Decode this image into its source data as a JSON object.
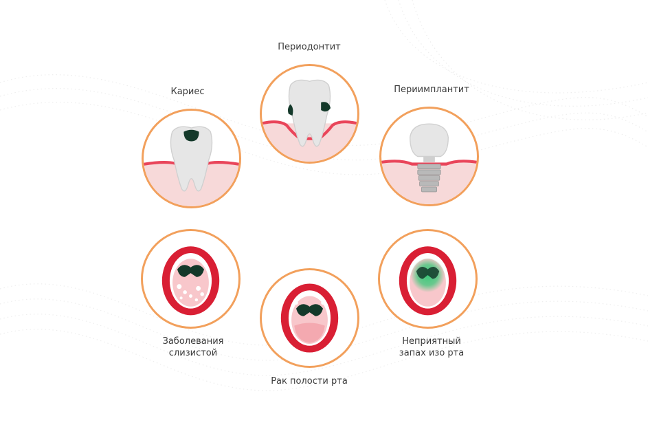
{
  "colors": {
    "ring": "#f2a05c",
    "gum": "#f7d9d9",
    "gum_line": "#e9455a",
    "tooth": "#e6e6e6",
    "decay": "#14392a",
    "lips": "#d91f34",
    "mouth_inside": "#f8c7cb",
    "throat_glow": "#3cc97a",
    "implant_screw": "#b9b9b9"
  },
  "conditions": [
    {
      "id": "caries",
      "label": "Кариес",
      "icon": "tooth-caries-icon"
    },
    {
      "id": "periodontitis",
      "label": "Периодонтит",
      "icon": "tooth-periodontitis-icon"
    },
    {
      "id": "periimplantitis",
      "label": "Периимплантит",
      "icon": "implant-icon"
    },
    {
      "id": "mucosa",
      "label": "Заболевания\nслизистой",
      "icon": "mouth-mucosa-icon"
    },
    {
      "id": "oral_cancer",
      "label": "Рак полости рта",
      "icon": "mouth-cancer-icon"
    },
    {
      "id": "bad_breath",
      "label": "Неприятный\nзапах изо рта",
      "icon": "mouth-bad-breath-icon"
    }
  ]
}
